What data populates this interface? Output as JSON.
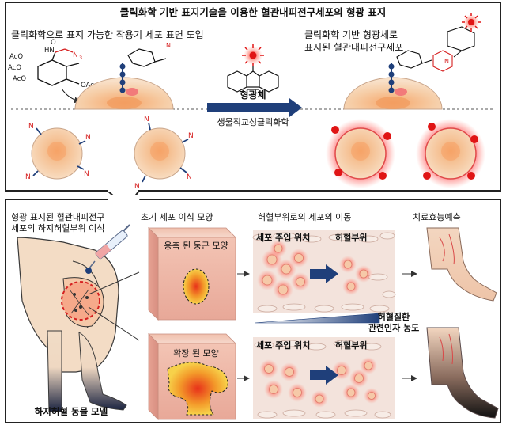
{
  "top_panel": {
    "title": "클릭화학 기반 표지기술을 이용한 혈관내피전구세포의 형광 표지",
    "left_caption": "클릭화학으로 표지 가능한 작용기 세포 표면 도입",
    "right_caption_line1": "클릭화학 기반 형광체로",
    "right_caption_line2": "표지된 혈관내피전구세포",
    "arrow_label": "형광체",
    "arrow_sublabel": "생물직교성클릭화학",
    "azide_label": "N",
    "azide_sub": "3",
    "sugar_labels": [
      "AcO",
      "AcO",
      "AcO",
      "OAc",
      "HN",
      "O"
    ],
    "triazole_label": "N"
  },
  "bottom_panel": {
    "left_caption_line1": "형광 표지된 혈관내피전구",
    "left_caption_line2": "세포의 하지허혈부위 이식",
    "animal_label": "하지허혈 동물 모델",
    "col1_header": "초기 세포 이식 모양",
    "col2_header": "허혈부위로의 세포의 이동",
    "col3_header": "치료효능예측",
    "shape_top": "응축 된 둥근 모양",
    "shape_bottom": "확장 된 모양",
    "injection_site": "세포 주입 위치",
    "ischemic_site": "허혈부위",
    "gradient_label_line1": "허혈질환",
    "gradient_label_line2": "관련인자 농도"
  },
  "colors": {
    "cell_fill": "#f6d3b0",
    "cell_core": "#f5a86e",
    "azide": "#d62020",
    "arrow_blue": "#1f3f7a",
    "glow_red": "#e23030"
  }
}
